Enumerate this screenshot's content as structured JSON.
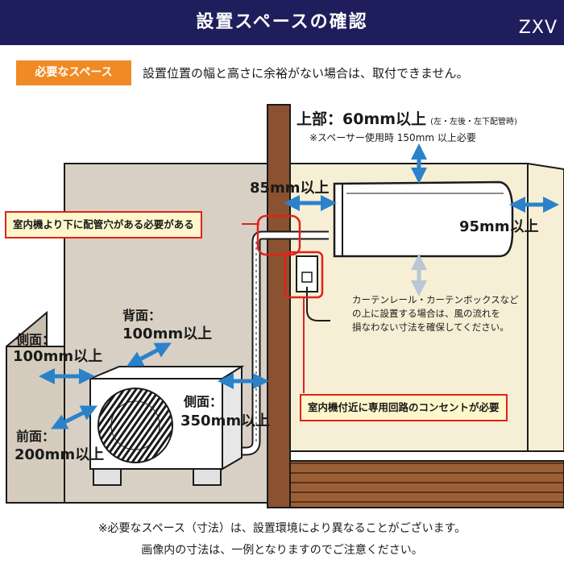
{
  "header": {
    "title": "設置スペースの確認",
    "model": "ZXV"
  },
  "badge": "必要なスペース",
  "intro": "設置位置の幅と高さに余裕がない場合は、取付できません。",
  "top": {
    "label": "上部：60mm以上",
    "pipe_note": "(左・左後・左下配管時)",
    "spacer_note": "※スペーサー使用時 150mm 以上必要"
  },
  "indoor_left": "85mm以上",
  "indoor_right": "95mm以上",
  "pipe_hole_note": "室内機より下に配管穴がある必要がある",
  "curtain_note": [
    "カーテンレール・カーテンボックスなど",
    "の上に設置する場合は、風の流れを",
    "損なわない寸法を確保してください。"
  ],
  "outlet_note": "室内機付近に専用回路のコンセントが必要",
  "outdoor": {
    "back_label": "背面：",
    "back_value": "100mm以上",
    "left_label": "側面：",
    "left_value": "100mm以上",
    "right_label": "側面：",
    "right_value": "350mm以上",
    "front_label": "前面：",
    "front_value": "200mm以上"
  },
  "footer": [
    "※必要なスペース（寸法）は、設置環境により異なることがございます。",
    "画像内の寸法は、一例となりますのでご注意ください。"
  ],
  "colors": {
    "header": "#1f1e5c",
    "badge": "#f08a24",
    "arrow": "#2b82c9",
    "highlight": "#e0221b",
    "wall": "#d8d0c4",
    "wood": "#8a5230"
  }
}
